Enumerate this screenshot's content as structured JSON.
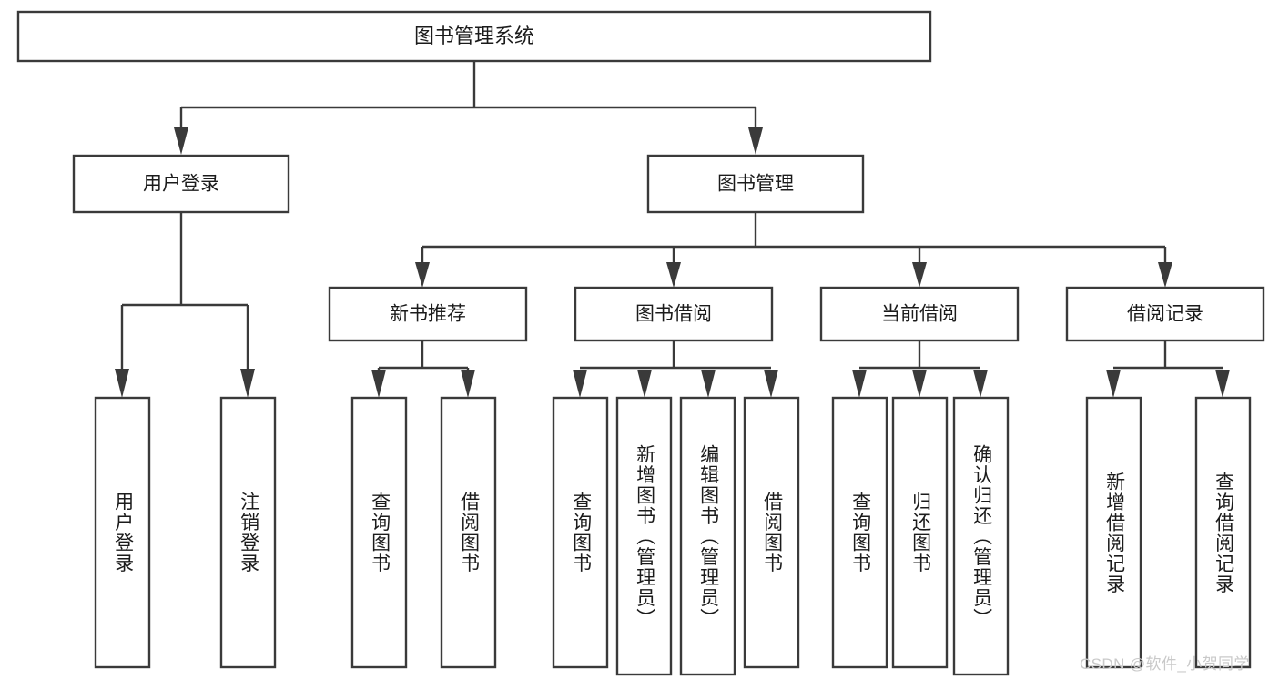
{
  "diagram": {
    "title": "图书管理系统",
    "type": "tree",
    "orientation": "top-down",
    "colors": {
      "background": "#ffffff",
      "box_fill": "#ffffff",
      "box_stroke": "#3a3a3a",
      "connector": "#3a3a3a",
      "text": "#1b1b1b",
      "watermark": "#c9c9c9"
    },
    "root": {
      "label": "图书管理系统"
    },
    "level1": [
      {
        "label": "用户登录"
      },
      {
        "label": "图书管理"
      }
    ],
    "level2": [
      {
        "label": "新书推荐"
      },
      {
        "label": "图书借阅"
      },
      {
        "label": "当前借阅"
      },
      {
        "label": "借阅记录"
      }
    ],
    "leaves": {
      "user_login": [
        {
          "label": "用户登录"
        },
        {
          "label": "注销登录"
        }
      ],
      "new_book_recommend": [
        {
          "label": "查询图书"
        },
        {
          "label": "借阅图书"
        }
      ],
      "book_borrow": [
        {
          "label": "查询图书"
        },
        {
          "label": "新增图书（管理员）"
        },
        {
          "label": "编辑图书（管理员）"
        },
        {
          "label": "借阅图书"
        }
      ],
      "current_borrow": [
        {
          "label": "查询图书"
        },
        {
          "label": "归还图书"
        },
        {
          "label": "确认归还（管理员）"
        }
      ],
      "borrow_record": [
        {
          "label": "新增借阅记录"
        },
        {
          "label": "查询借阅记录"
        }
      ]
    }
  },
  "watermark": {
    "text": "CSDN @软件_小贺同学"
  }
}
